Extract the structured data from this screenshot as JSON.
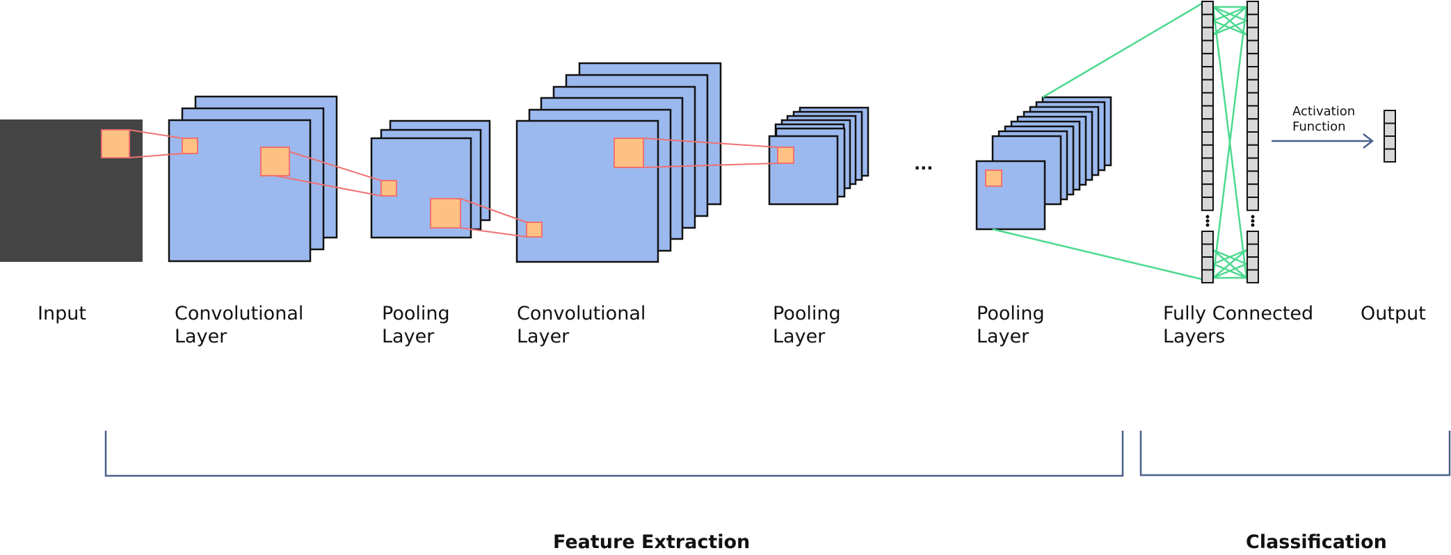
{
  "labels": {
    "input": "Input",
    "conv1_line1": "Convolutional",
    "conv1_line2": "Layer",
    "pool1_line1": "Pooling",
    "pool1_line2": "Layer",
    "conv2_line1": "Convolutional",
    "conv2_line2": "Layer",
    "pool2_line1": "Pooling",
    "pool2_line2": "Layer",
    "pool3_line1": "Pooling",
    "pool3_line2": "Layer",
    "fc_line1": "Fully Connected",
    "fc_line2": "Layers",
    "output": "Output",
    "activation_line1": "Activation",
    "activation_line2": "Function",
    "ellipsis": "..."
  },
  "sections": {
    "feature_extraction": "Feature Extraction",
    "classification": "Classification"
  },
  "colors": {
    "feature_map_fill": "#9bb9ee",
    "kernel_fill": "#fdc283",
    "kernel_stroke": "#f07070",
    "input_fill": "#444444",
    "fc_connection": "#4cd98f",
    "neuron_fill": "#d8d8d8",
    "bracket_stroke": "#4a5f8c",
    "arrow_stroke": "#4a5f8c"
  },
  "icons": {
    "activation_arrow": "arrow-right-icon"
  }
}
